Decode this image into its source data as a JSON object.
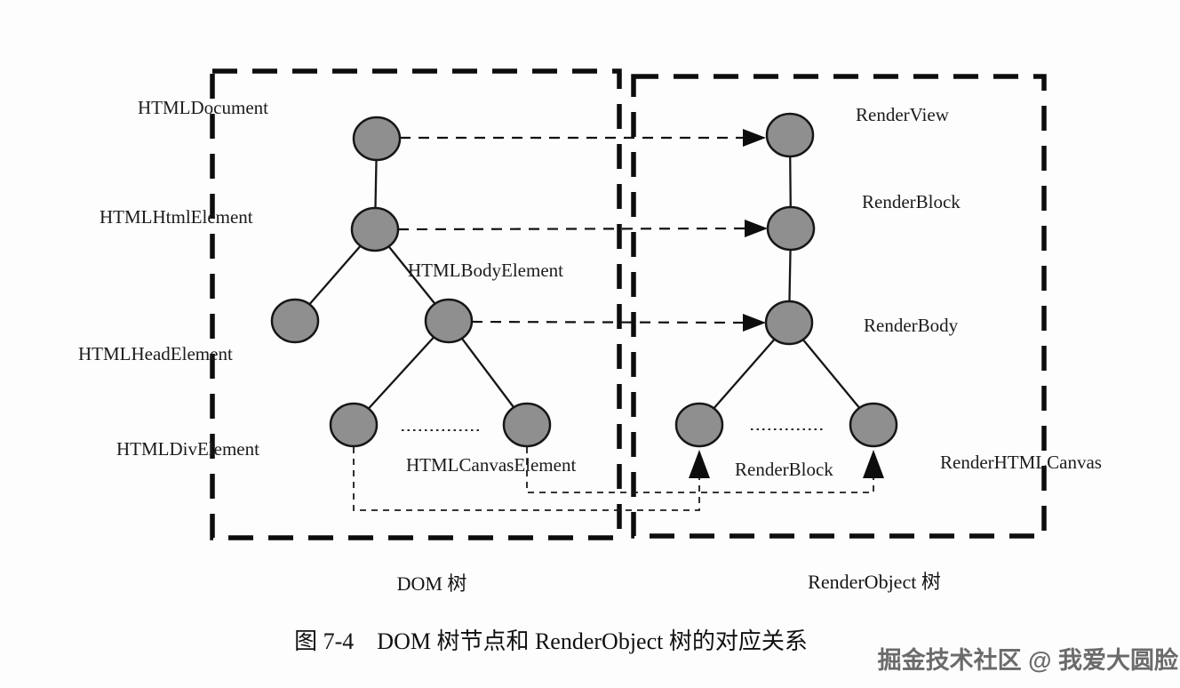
{
  "figure": {
    "caption": "图 7-4　DOM 树节点和 RenderObject 树的对应关系",
    "watermark": "掘金技术社区 @ 我爱大圆脸"
  },
  "dom_tree": {
    "title": "DOM 树",
    "nodes": {
      "document": "HTMLDocument",
      "html": "HTMLHtmlElement",
      "head": "HTMLHeadElement",
      "body": "HTMLBodyElement",
      "div": "HTMLDivElement",
      "canvas": "HTMLCanvasElement"
    }
  },
  "render_tree": {
    "title": "RenderObject 树",
    "nodes": {
      "view": "RenderView",
      "block": "RenderBlock",
      "body": "RenderBody",
      "block_child": "RenderBlock",
      "html_canvas": "RenderHTMLCanvas"
    }
  },
  "colors": {
    "node_fill": "#8f8f8f",
    "node_stroke": "#161616",
    "line": "#111111",
    "watermark": "#6b6b6b",
    "background": "#fdfdfd"
  }
}
